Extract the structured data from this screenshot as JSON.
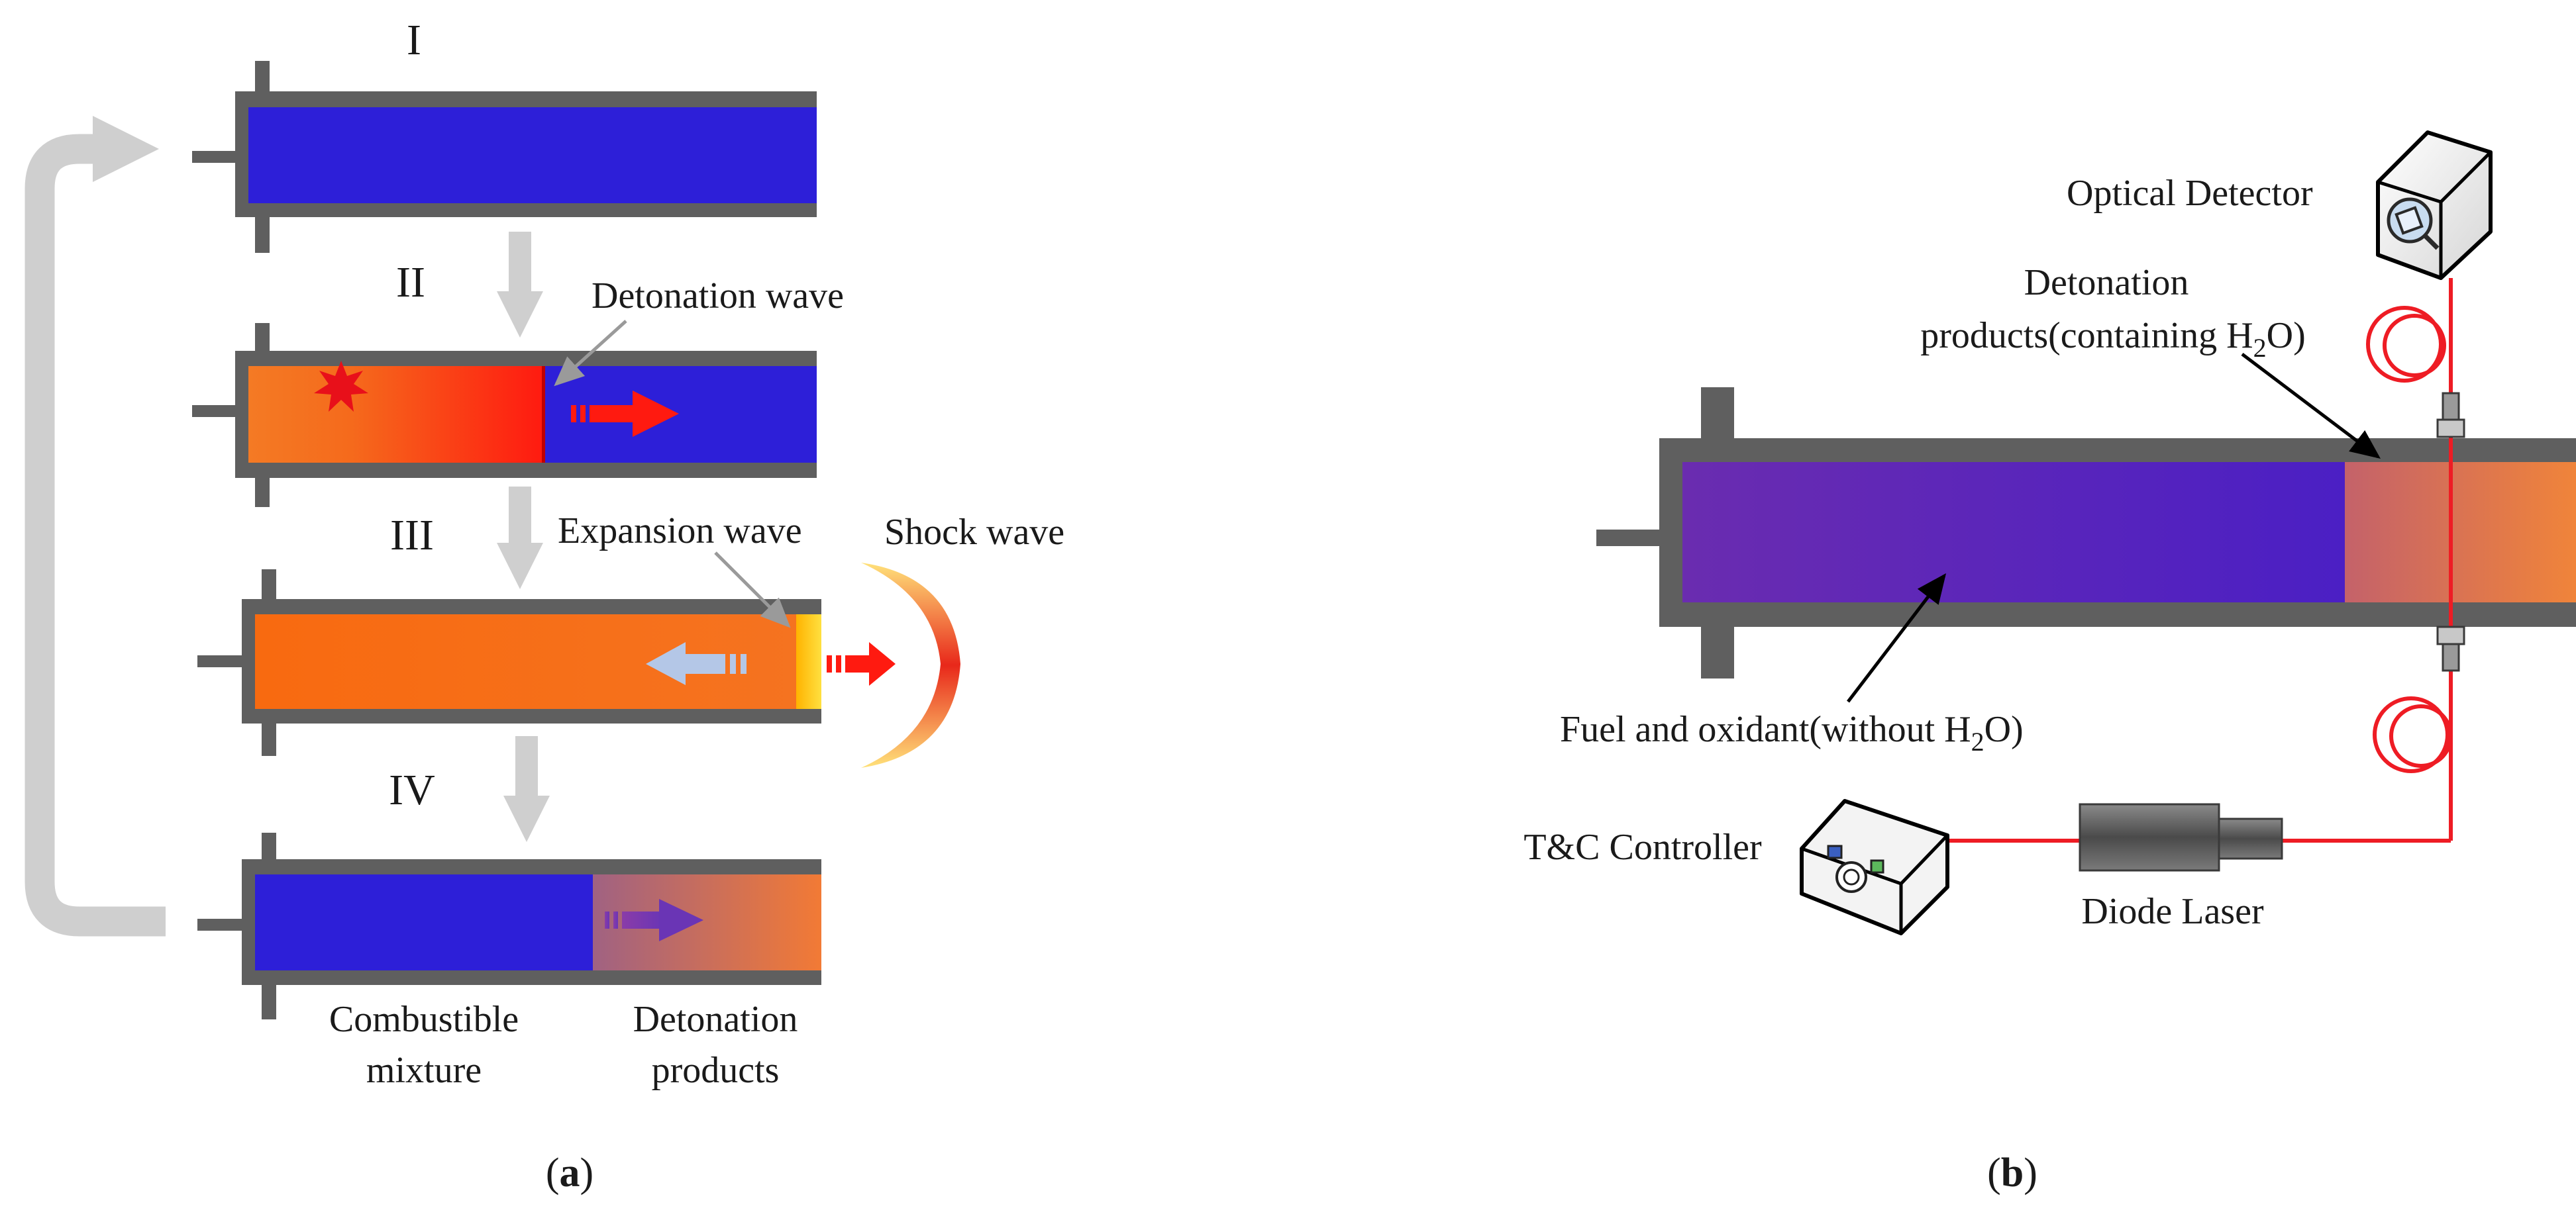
{
  "panel_a": {
    "caption_open": "(",
    "caption_letter": "a",
    "caption_close": ")",
    "stages": [
      "I",
      "II",
      "III",
      "IV"
    ],
    "labels": {
      "detonation_wave": "Detonation wave",
      "expansion_wave": "Expansion wave",
      "shock_wave": "Shock wave",
      "combustible_line1": "Combustible",
      "combustible_line2": "mixture",
      "products_line1": "Detonation",
      "products_line2": "products"
    }
  },
  "panel_b": {
    "caption_open": "(",
    "caption_letter": "b",
    "caption_close": ")",
    "labels": {
      "optical_detector": "Optical Detector",
      "products_line1": "Detonation",
      "products_line2_pre": "products(containing H",
      "products_sub": "2",
      "products_line2_post": "O)",
      "fuel_pre": "Fuel and oxidant(without H",
      "fuel_sub": "2",
      "fuel_post": "O)",
      "tc_controller": "T&C Controller",
      "diode_laser": "Diode Laser"
    }
  },
  "colors": {
    "tube_wall": "#5f5f5f",
    "mixture_blue": "#2d1fd8",
    "products_orange": "#f86a10",
    "flame_red": "#ff1a10",
    "laser_red": "#ee1c24",
    "cycle_arrow_gray": "#cfcfcf"
  }
}
